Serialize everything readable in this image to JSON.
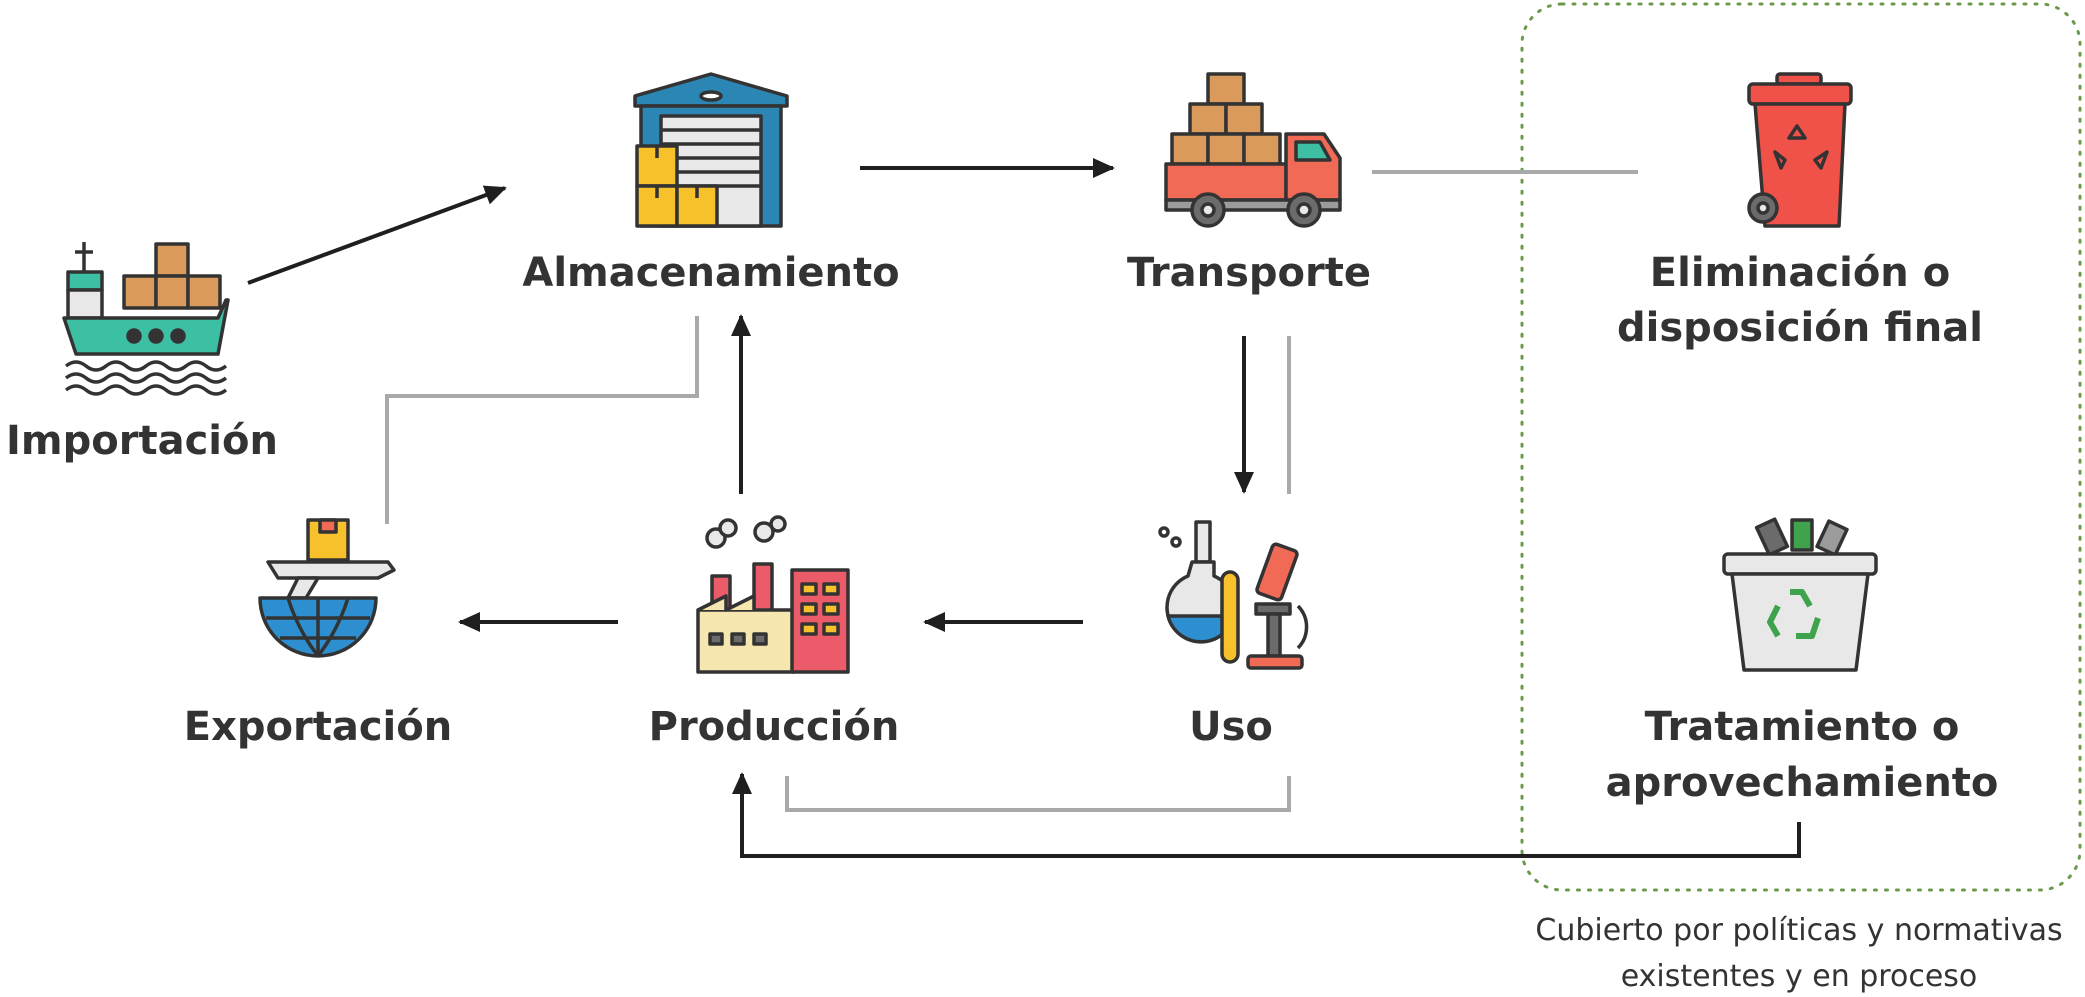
{
  "nodes": {
    "importacion": {
      "label": "Importación"
    },
    "almacenamiento": {
      "label": "Almacenamiento"
    },
    "transporte": {
      "label": "Transporte"
    },
    "eliminacion": {
      "line1": "Eliminación o",
      "line2": "disposición final"
    },
    "exportacion": {
      "label": "Exportación"
    },
    "produccion": {
      "label": "Producción"
    },
    "uso": {
      "label": "Uso"
    },
    "tratamiento": {
      "line1": "Tratamiento o",
      "line2": "aprovechamiento"
    }
  },
  "coverage_note": {
    "line1": "Cubierto por políticas y normativas",
    "line2": "existentes y en proceso"
  },
  "colors": {
    "arrow": "#1f1f1f",
    "secondary_line": "#a9a9a9",
    "dotted_border": "#6a9a4a",
    "text": "#333333",
    "teal": "#3dbfa3",
    "box_orange": "#d99a5b",
    "box_yellow": "#f6c12b",
    "warehouse_blue": "#2c86b4",
    "truck_red": "#f06a55",
    "bin_red": "#f0524a",
    "globe_blue": "#2d8fd0",
    "factory_red": "#ec5b6a",
    "recycle_green": "#3fa34d"
  },
  "icons": [
    "ship-icon",
    "warehouse-icon",
    "truck-icon",
    "recycle-bin-icon",
    "plane-globe-icon",
    "factory-icon",
    "lab-microscope-icon",
    "recycling-basket-icon"
  ]
}
